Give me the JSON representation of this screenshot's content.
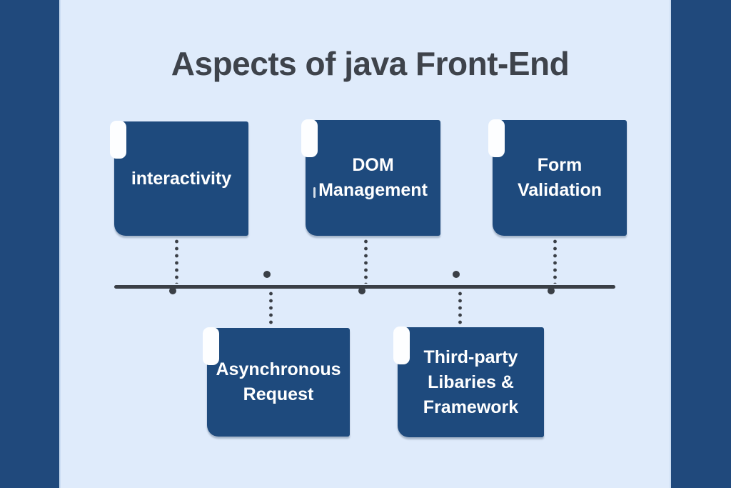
{
  "title": "Aspects of java Front-End",
  "cards": [
    {
      "id": "interactivity",
      "label": "interactivity"
    },
    {
      "id": "dom-management",
      "label": "DOM\nManagement"
    },
    {
      "id": "form-validation",
      "label": "Form\nValidation"
    },
    {
      "id": "asynchronous-request",
      "label": "Asynchronous\nRequest"
    },
    {
      "id": "third-party-libraries-framework",
      "label": "Third-party\nLibaries &\nFramework"
    }
  ],
  "colors": {
    "side_bar": "#20497C",
    "background": "#DFEBFB",
    "card": "#1E4A7D",
    "card_text": "#FFFFFF",
    "title_text": "#3E434B",
    "line": "#3A3F46",
    "node_fill": "#ECF3FC",
    "tab": "#FDFEFF"
  }
}
